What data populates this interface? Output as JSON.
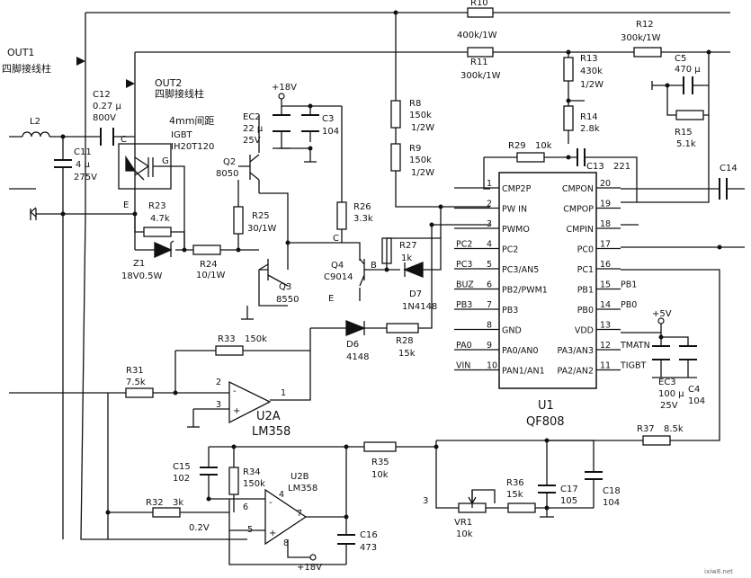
{
  "terminals": {
    "out1": "OUT1",
    "out1_desc": "四脚接线柱",
    "out2": "OUT2",
    "out2_desc": "四脚接线柱",
    "spacing": "4mm间距"
  },
  "supply": {
    "p18v_top": "+18V",
    "p18v_bottom": "+18V",
    "p5v": "+5V"
  },
  "components": {
    "r10": {
      "ref": "R10",
      "value": "400k/1W"
    },
    "r11": {
      "ref": "R11",
      "value": "300k/1W"
    },
    "r12": {
      "ref": "R12",
      "value": "300k/1W"
    },
    "r13": {
      "ref": "R13",
      "v1": "430k",
      "v2": "1/2W"
    },
    "r14": {
      "ref": "R14",
      "value": "2.8k"
    },
    "r15": {
      "ref": "R15",
      "value": "5.1k"
    },
    "c5": {
      "ref": "C5",
      "value": "470 μ"
    },
    "c14": {
      "ref": "C14"
    },
    "c13": {
      "ref": "C13",
      "value": "221"
    },
    "r29": {
      "ref": "R29",
      "value": "10k"
    },
    "r8": {
      "ref": "R8",
      "v1": "150k",
      "v2": "1/2W"
    },
    "r9": {
      "ref": "R9",
      "v1": "150k",
      "v2": "1/2W"
    },
    "l2": {
      "ref": "L2"
    },
    "c12": {
      "ref": "C12",
      "v1": "0.27 μ",
      "v2": "800V"
    },
    "c11": {
      "ref": "C11",
      "v1": "4 μ",
      "v2": "275V"
    },
    "igbt": {
      "type": "IGBT",
      "part": "IH20T120",
      "c": "C",
      "g": "G",
      "e": "E"
    },
    "r23": {
      "ref": "R23",
      "value": "4.7k"
    },
    "z1": {
      "ref": "Z1",
      "value": "18V0.5W"
    },
    "r24": {
      "ref": "R24",
      "value": "10/1W"
    },
    "ec2": {
      "ref": "EC2",
      "v1": "22 μ",
      "v2": "25V"
    },
    "c3": {
      "ref": "C3",
      "value": "104"
    },
    "q2": {
      "ref": "Q2",
      "value": "8050"
    },
    "r25": {
      "ref": "R25",
      "value": "30/1W"
    },
    "q3": {
      "ref": "Q3",
      "value": "8550"
    },
    "r26": {
      "ref": "R26",
      "value": "3.3k"
    },
    "q4": {
      "ref": "Q4",
      "value": "C9014",
      "c": "C",
      "b": "B",
      "e": "E"
    },
    "r27": {
      "ref": "R27",
      "value": "1k"
    },
    "d7": {
      "ref": "D7",
      "value": "1N4148"
    },
    "r33": {
      "ref": "R33",
      "value": "150k"
    },
    "d6": {
      "ref": "D6",
      "value": "4148"
    },
    "r28": {
      "ref": "R28",
      "value": "15k"
    },
    "r31": {
      "ref": "R31",
      "value": "7.5k"
    },
    "u2a": {
      "ref": "U2A",
      "part": "LM358",
      "p1": "1",
      "p2": "2",
      "p3": "3"
    },
    "c15": {
      "ref": "C15",
      "value": "102"
    },
    "r34": {
      "ref": "R34",
      "value": "150k"
    },
    "r32": {
      "ref": "R32",
      "value": "3k"
    },
    "u2b": {
      "ref": "U2B",
      "part": "LM358",
      "p4": "4",
      "p5": "5",
      "p6": "6",
      "p7": "7",
      "p8": "8",
      "node": "0.2V"
    },
    "r35": {
      "ref": "R35",
      "value": "10k"
    },
    "c16": {
      "ref": "C16",
      "value": "473"
    },
    "r37": {
      "ref": "R37",
      "value": "8.5k"
    },
    "vr1": {
      "ref": "VR1",
      "value": "10k",
      "pin": "3"
    },
    "r36": {
      "ref": "R36",
      "value": "15k"
    },
    "c17": {
      "ref": "C17",
      "value": "105"
    },
    "c18": {
      "ref": "C18",
      "value": "104"
    },
    "ec3": {
      "ref": "EC3",
      "v1": "100 μ",
      "v2": "25V"
    },
    "c4": {
      "ref": "C4",
      "value": "104"
    }
  },
  "u1": {
    "ref": "U1",
    "part": "QF808",
    "left_pins": [
      {
        "num": "1",
        "name": "CMP2P",
        "net": ""
      },
      {
        "num": "2",
        "name": "PW IN",
        "net": ""
      },
      {
        "num": "3",
        "name": "PWMO",
        "net": ""
      },
      {
        "num": "4",
        "name": "PC2",
        "net": "PC2"
      },
      {
        "num": "5",
        "name": "PC3/AN5",
        "net": "PC3"
      },
      {
        "num": "6",
        "name": "PB2/PWM1",
        "net": "BUZ"
      },
      {
        "num": "7",
        "name": "PB3",
        "net": "PB3"
      },
      {
        "num": "8",
        "name": "GND",
        "net": ""
      },
      {
        "num": "9",
        "name": "PA0/AN0",
        "net": "PA0"
      },
      {
        "num": "10",
        "name": "PAN1/AN1",
        "net": "VIN"
      }
    ],
    "right_pins": [
      {
        "num": "20",
        "name": "CMPON",
        "net": ""
      },
      {
        "num": "19",
        "name": "CMPOP",
        "net": ""
      },
      {
        "num": "18",
        "name": "CMPIN",
        "net": ""
      },
      {
        "num": "17",
        "name": "PC0",
        "net": ""
      },
      {
        "num": "16",
        "name": "PC1",
        "net": ""
      },
      {
        "num": "15",
        "name": "PB1",
        "net": "PB1"
      },
      {
        "num": "14",
        "name": "PB0",
        "net": "PB0"
      },
      {
        "num": "13",
        "name": "VDD",
        "net": ""
      },
      {
        "num": "12",
        "name": "PA3/AN3",
        "net": "TMATN"
      },
      {
        "num": "11",
        "name": "PA2/AN2",
        "net": "TIGBT"
      }
    ]
  },
  "watermark": "ixiw8.net"
}
